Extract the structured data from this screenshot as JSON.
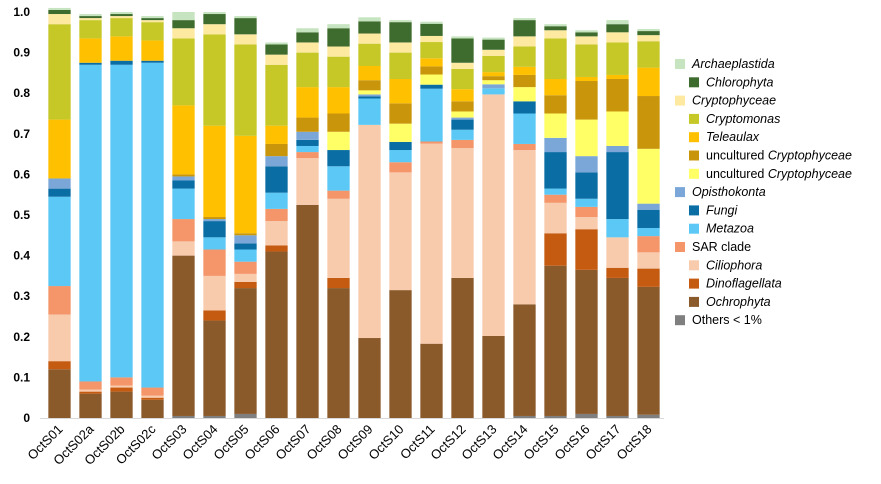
{
  "chart_data": {
    "type": "bar",
    "stacked": true,
    "ylim": [
      0,
      1.0
    ],
    "yticks": [
      "0",
      "0.1",
      "0.2",
      "0.3",
      "0.4",
      "0.5",
      "0.6",
      "0.7",
      "0.8",
      "0.9",
      "1.0"
    ],
    "grid": false,
    "legend_position": "right",
    "categories": [
      "OctS01",
      "OctS02a",
      "OctS02b",
      "OctS02c",
      "OctS03",
      "OctS04",
      "OctS05",
      "OctS06",
      "OctS07",
      "OctS08",
      "OctS09",
      "OctS10",
      "OctS11",
      "OctS12",
      "OctS13",
      "OctS14",
      "OctS15",
      "OctS16",
      "OctS17",
      "OctS18"
    ],
    "series": [
      {
        "key": "others",
        "color": "#7f7f7f",
        "values": [
          0.0,
          0.0,
          0.0,
          0.0,
          0.005,
          0.005,
          0.01,
          0.0,
          0.0,
          0.0,
          0.0,
          0.0,
          0.0,
          0.0,
          0.0,
          0.005,
          0.005,
          0.01,
          0.005,
          0.008
        ]
      },
      {
        "key": "sar_ochrophyta",
        "color": "#8b5a2b",
        "values": [
          0.12,
          0.06,
          0.065,
          0.045,
          0.395,
          0.235,
          0.31,
          0.41,
          0.525,
          0.32,
          0.197,
          0.315,
          0.183,
          0.345,
          0.202,
          0.275,
          0.37,
          0.355,
          0.34,
          0.315
        ]
      },
      {
        "key": "sar_dinoflagellata",
        "color": "#c55a11",
        "values": [
          0.02,
          0.005,
          0.01,
          0.005,
          0.0,
          0.025,
          0.015,
          0.015,
          0.0,
          0.025,
          0.0,
          0.0,
          0.0,
          0.0,
          0.0,
          0.0,
          0.08,
          0.1,
          0.025,
          0.045
        ]
      },
      {
        "key": "sar_ciliophora",
        "color": "#f8cbad",
        "values": [
          0.115,
          0.005,
          0.005,
          0.005,
          0.035,
          0.085,
          0.02,
          0.06,
          0.115,
          0.195,
          0.525,
          0.29,
          0.493,
          0.32,
          0.595,
          0.38,
          0.075,
          0.03,
          0.075,
          0.04
        ]
      },
      {
        "key": "sar_clade",
        "color": "#f4956a",
        "values": [
          0.07,
          0.02,
          0.02,
          0.02,
          0.055,
          0.065,
          0.03,
          0.03,
          0.015,
          0.02,
          0.0,
          0.025,
          0.005,
          0.02,
          0.0,
          0.015,
          0.02,
          0.025,
          0.0,
          0.04
        ]
      },
      {
        "key": "metazoa",
        "color": "#5bc8f5",
        "values": [
          0.22,
          0.78,
          0.77,
          0.8,
          0.075,
          0.03,
          0.03,
          0.04,
          0.015,
          0.06,
          0.065,
          0.03,
          0.13,
          0.025,
          0.015,
          0.075,
          0.015,
          0.02,
          0.045,
          0.02
        ]
      },
      {
        "key": "fungi",
        "color": "#0a6ea5",
        "values": [
          0.02,
          0.005,
          0.01,
          0.005,
          0.02,
          0.04,
          0.015,
          0.065,
          0.015,
          0.04,
          0.005,
          0.02,
          0.01,
          0.025,
          0.0,
          0.03,
          0.09,
          0.065,
          0.165,
          0.045
        ]
      },
      {
        "key": "opisthokonta",
        "color": "#7ba7d8",
        "values": [
          0.025,
          0.0,
          0.0,
          0.0,
          0.01,
          0.005,
          0.02,
          0.025,
          0.02,
          0.0,
          0.005,
          0.0,
          0.0,
          0.005,
          0.01,
          0.0,
          0.035,
          0.04,
          0.015,
          0.015
        ]
      },
      {
        "key": "uncult_crypto_b",
        "color": "#ffff66",
        "values": [
          0.0,
          0.0,
          0.0,
          0.0,
          0.0,
          0.0,
          0.0,
          0.0,
          0.0,
          0.045,
          0.01,
          0.045,
          0.025,
          0.015,
          0.01,
          0.035,
          0.06,
          0.09,
          0.085,
          0.135
        ]
      },
      {
        "key": "uncult_crypto_a",
        "color": "#c9960b",
        "values": [
          0.0,
          0.0,
          0.0,
          0.0,
          0.005,
          0.005,
          0.005,
          0.03,
          0.035,
          0.045,
          0.025,
          0.05,
          0.02,
          0.025,
          0.01,
          0.03,
          0.045,
          0.095,
          0.08,
          0.13
        ]
      },
      {
        "key": "teleaulax",
        "color": "#ffc000",
        "values": [
          0.145,
          0.06,
          0.06,
          0.05,
          0.17,
          0.225,
          0.24,
          0.045,
          0.075,
          0.065,
          0.035,
          0.06,
          0.02,
          0.03,
          0.01,
          0.02,
          0.04,
          0.01,
          0.01,
          0.07
        ]
      },
      {
        "key": "cryptomonas",
        "color": "#c5c827",
        "values": [
          0.235,
          0.045,
          0.045,
          0.045,
          0.165,
          0.225,
          0.225,
          0.15,
          0.085,
          0.075,
          0.055,
          0.065,
          0.04,
          0.05,
          0.04,
          0.05,
          0.1,
          0.08,
          0.08,
          0.065
        ]
      },
      {
        "key": "cryptophyceae",
        "color": "#fde9a0",
        "values": [
          0.025,
          0.005,
          0.005,
          0.005,
          0.025,
          0.025,
          0.025,
          0.025,
          0.025,
          0.025,
          0.025,
          0.025,
          0.015,
          0.015,
          0.015,
          0.025,
          0.02,
          0.02,
          0.025,
          0.015
        ]
      },
      {
        "key": "chlorophyta",
        "color": "#3e6b2e",
        "values": [
          0.01,
          0.005,
          0.005,
          0.005,
          0.02,
          0.025,
          0.04,
          0.025,
          0.025,
          0.045,
          0.03,
          0.05,
          0.03,
          0.06,
          0.025,
          0.04,
          0.01,
          0.01,
          0.02,
          0.01
        ]
      },
      {
        "key": "archaeplastida",
        "color": "#c6e4bf",
        "values": [
          0.005,
          0.005,
          0.005,
          0.005,
          0.02,
          0.005,
          0.005,
          0.005,
          0.01,
          0.01,
          0.01,
          0.005,
          0.005,
          0.005,
          0.005,
          0.005,
          0.005,
          0.005,
          0.01,
          0.005
        ]
      }
    ],
    "legend": [
      {
        "key": "archaeplastida",
        "parts": [
          {
            "text": "Archaeplastida",
            "italic": true
          }
        ],
        "indent": false
      },
      {
        "key": "chlorophyta",
        "parts": [
          {
            "text": "Chlorophyta",
            "italic": true
          }
        ],
        "indent": true
      },
      {
        "key": "cryptophyceae",
        "parts": [
          {
            "text": "Cryptophyceae",
            "italic": true
          }
        ],
        "indent": false
      },
      {
        "key": "cryptomonas",
        "parts": [
          {
            "text": "Cryptomonas",
            "italic": true
          }
        ],
        "indent": true
      },
      {
        "key": "teleaulax",
        "parts": [
          {
            "text": "Teleaulax",
            "italic": true
          }
        ],
        "indent": true
      },
      {
        "key": "uncult_crypto_a",
        "parts": [
          {
            "text": "uncultured ",
            "italic": false
          },
          {
            "text": "Cryptophyceae",
            "italic": true
          }
        ],
        "indent": true
      },
      {
        "key": "uncult_crypto_b",
        "parts": [
          {
            "text": "uncultured ",
            "italic": false
          },
          {
            "text": "Cryptophyceae",
            "italic": true
          }
        ],
        "indent": true
      },
      {
        "key": "opisthokonta",
        "parts": [
          {
            "text": "Opisthokonta",
            "italic": true
          }
        ],
        "indent": false
      },
      {
        "key": "fungi",
        "parts": [
          {
            "text": "Fungi",
            "italic": true
          }
        ],
        "indent": true
      },
      {
        "key": "metazoa",
        "parts": [
          {
            "text": "Metazoa",
            "italic": true
          }
        ],
        "indent": true
      },
      {
        "key": "sar_clade",
        "parts": [
          {
            "text": "SAR clade",
            "italic": false
          }
        ],
        "indent": false
      },
      {
        "key": "sar_ciliophora",
        "parts": [
          {
            "text": "Ciliophora",
            "italic": true
          }
        ],
        "indent": true
      },
      {
        "key": "sar_dinoflagellata",
        "parts": [
          {
            "text": "Dinoflagellata",
            "italic": true
          }
        ],
        "indent": true
      },
      {
        "key": "sar_ochrophyta",
        "parts": [
          {
            "text": "Ochrophyta",
            "italic": true
          }
        ],
        "indent": true
      },
      {
        "key": "others",
        "parts": [
          {
            "text": "Others < 1%",
            "italic": false
          }
        ],
        "indent": false
      }
    ]
  }
}
